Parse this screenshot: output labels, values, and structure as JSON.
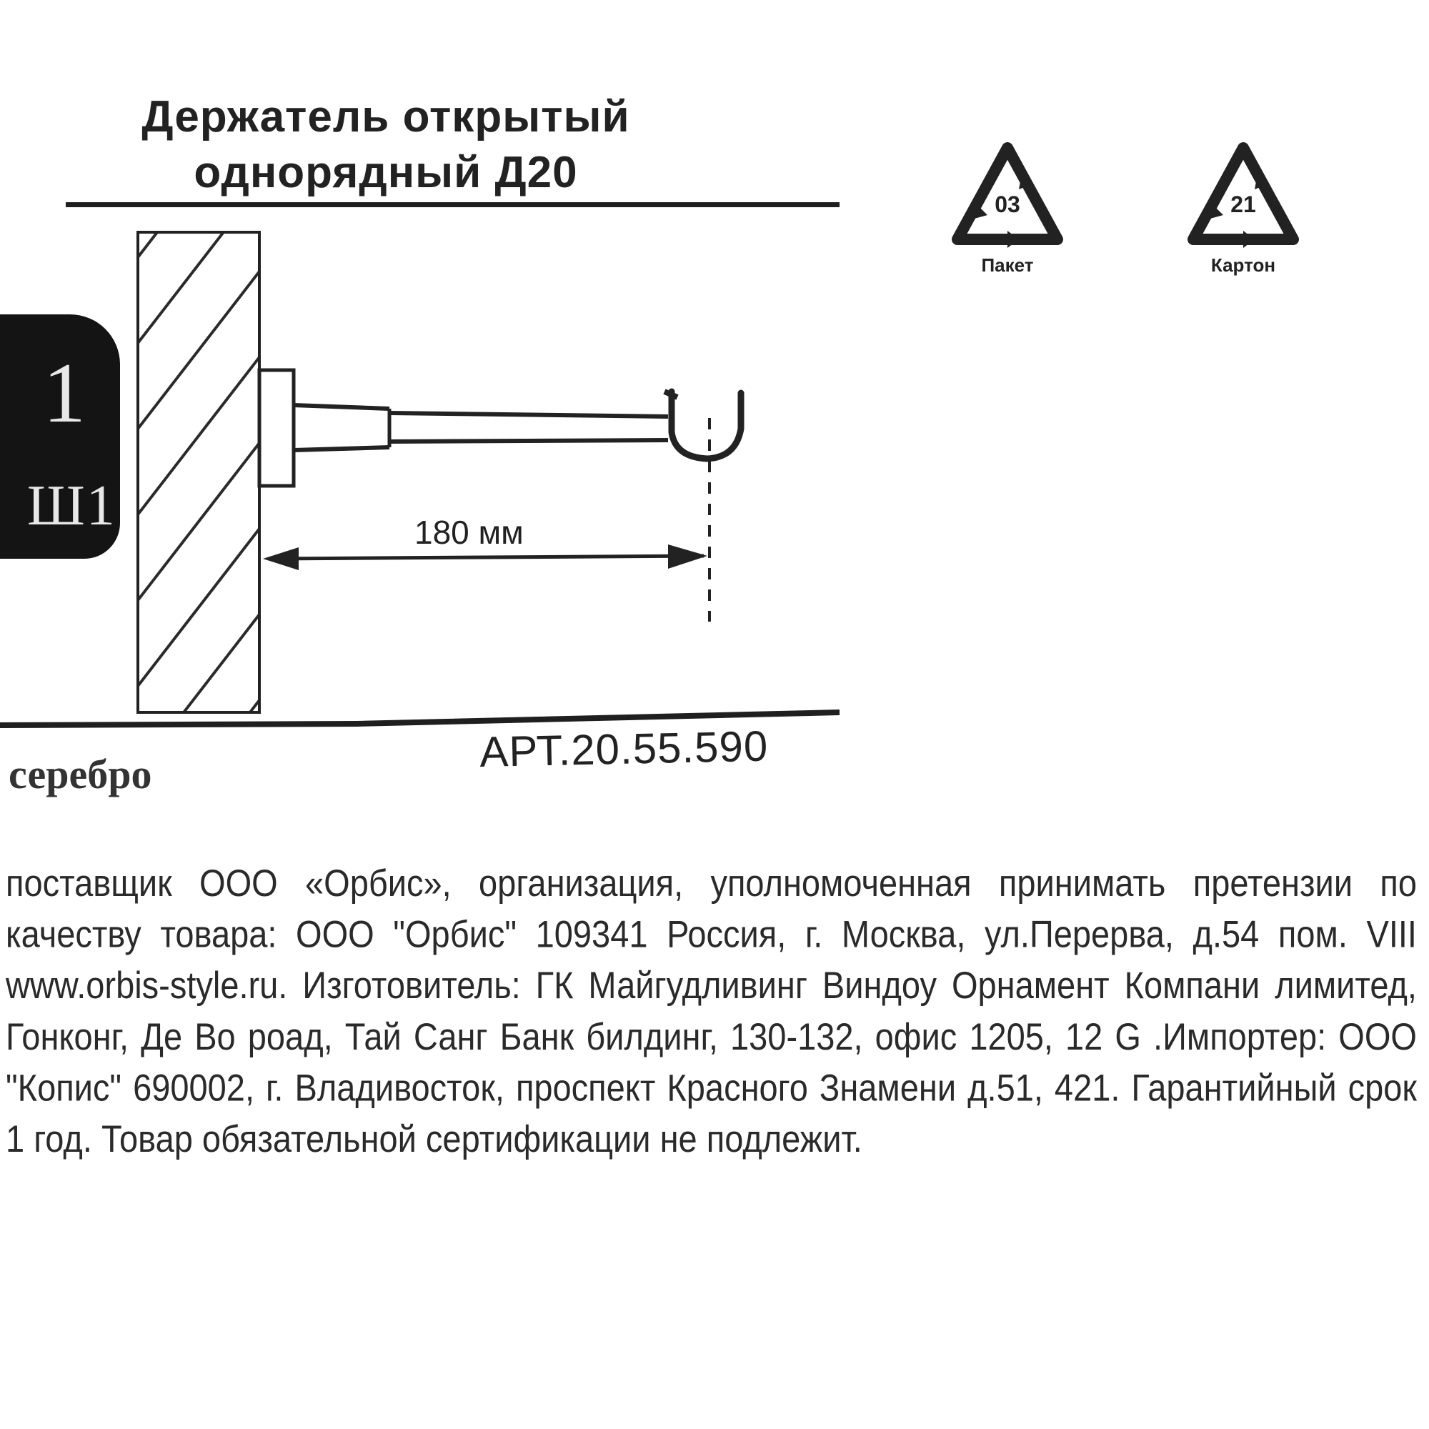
{
  "product": {
    "title_line1": "Держатель открытый",
    "title_line2": "однорядный Д20",
    "color": "серебро",
    "article": "АРТ.20.55.590"
  },
  "badge": {
    "number": "1",
    "code": "Ш1"
  },
  "diagram": {
    "dimension_label": "180 мм",
    "dimension_value_mm": 180
  },
  "recycling": [
    {
      "code": "03",
      "label": "Пакет"
    },
    {
      "code": "21",
      "label": "Картон"
    }
  ],
  "info_text": "поставщик ООО «Орбис», организация, уполномоченная принимать претензии по качеству товара: ООО \"Орбис\" 109341 Россия, г. Москва, ул.Перерва, д.54 пом. VIII www.orbis-style.ru. Изготовитель: ГК Майгудливинг Виндоу Орнамент Компани лимитед, Гонконг, Де Во роад, Тай Санг Банк билдинг, 130-132, офис 1205, 12 G .Импортер: ООО \"Копис\" 690002, г. Владивосток, проспект Красного Знамени д.51, 421. Гарантийный срок 1 год. Товар обязательной сертификации не подлежит."
}
